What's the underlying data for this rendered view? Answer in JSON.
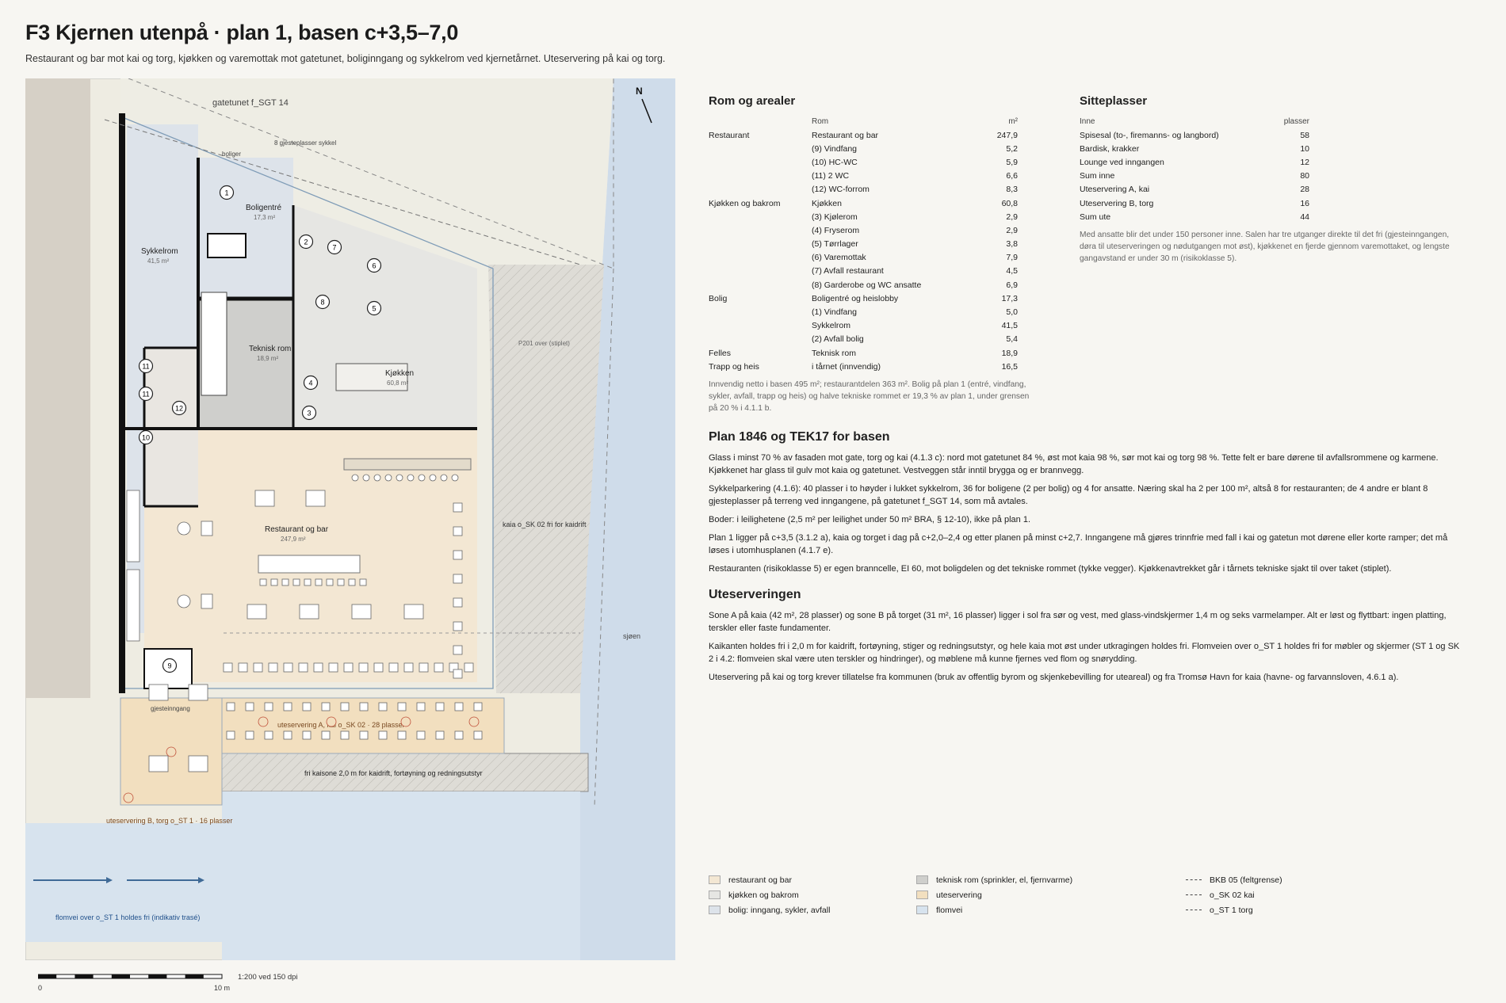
{
  "header": {
    "title": "F3 Kjernen utenpå  ·  plan 1, basen c+3,5–7,0",
    "subtitle": "Restaurant og bar mot kai og torg, kjøkken og varemottak mot gatetunet, boliginngang og sykkelrom ved kjernetårnet. Uteservering på kai og torg."
  },
  "plan": {
    "north": "N",
    "labels": {
      "gatetunet": "gatetunet f_SGT 14",
      "gjesteplasser": "8 gjesteplasser sykkel",
      "boliger": "boliger",
      "boligentre": "Boligentré",
      "boligentre_area": "17,3 m²",
      "sykkelrom": "Sykkelrom",
      "sykkelrom_area": "41,5 m²",
      "teknisk": "Teknisk rom",
      "teknisk_area": "18,9 m²",
      "kjokken": "Kjøkken",
      "kjokken_area": "60,8 m²",
      "restaurant": "Restaurant og bar",
      "restaurant_area": "247,9 m²",
      "p201": "P201 over (stiplet)",
      "kaia": "kaia o_SK 02 fri for kaidrift",
      "sjoen": "sjøen",
      "gjesteinngang": "gjesteinngang",
      "uteserveringA": "uteservering A, kai o_SK 02 · 28 plasser",
      "friKaisone": "fri kaisone 2,0 m for kaidrift, fortøyning og redningsutstyr",
      "uteserveringB": "uteservering B, torg o_ST 1 · 16 plasser",
      "flomvei": "flomvei over o_ST 1 holdes fri (indikativ trasé)"
    },
    "room_numbers": [
      "1",
      "2",
      "3",
      "4",
      "5",
      "6",
      "7",
      "8",
      "9",
      "10",
      "11",
      "11",
      "12"
    ]
  },
  "scale": {
    "zero": "0",
    "ten": "10 m",
    "note": "1:200 ved 150 dpi"
  },
  "rooms_panel": {
    "title": "Rom og arealer",
    "col_room": "Rom",
    "col_area": "m²",
    "rows": [
      {
        "group": "Restaurant",
        "room": "Restaurant og bar",
        "area": "247,9"
      },
      {
        "group": "",
        "room": "(9) Vindfang",
        "area": "5,2"
      },
      {
        "group": "",
        "room": "(10) HC-WC",
        "area": "5,9"
      },
      {
        "group": "",
        "room": "(11) 2 WC",
        "area": "6,6"
      },
      {
        "group": "",
        "room": "(12) WC-forrom",
        "area": "8,3"
      },
      {
        "group": "Kjøkken og bakrom",
        "room": "Kjøkken",
        "area": "60,8"
      },
      {
        "group": "",
        "room": "(3) Kjølerom",
        "area": "2,9"
      },
      {
        "group": "",
        "room": "(4) Fryserom",
        "area": "2,9"
      },
      {
        "group": "",
        "room": "(5) Tørrlager",
        "area": "3,8"
      },
      {
        "group": "",
        "room": "(6) Varemottak",
        "area": "7,9"
      },
      {
        "group": "",
        "room": "(7) Avfall restaurant",
        "area": "4,5"
      },
      {
        "group": "",
        "room": "(8) Garderobe og WC ansatte",
        "area": "6,9"
      },
      {
        "group": "Bolig",
        "room": "Boligentré og heislobby",
        "area": "17,3"
      },
      {
        "group": "",
        "room": "(1) Vindfang",
        "area": "5,0"
      },
      {
        "group": "",
        "room": "Sykkelrom",
        "area": "41,5"
      },
      {
        "group": "",
        "room": "(2) Avfall bolig",
        "area": "5,4"
      },
      {
        "group": "Felles",
        "room": "Teknisk rom",
        "area": "18,9"
      },
      {
        "group": "Trapp og heis",
        "room": "i tårnet (innvendig)",
        "area": "16,5"
      }
    ],
    "note": "Innvendig netto i basen 495 m²; restaurantdelen 363 m². Bolig på plan 1 (entré, vindfang, sykler, avfall, trapp og heis) og halve tekniske rommet er 19,3 % av plan 1, under grensen på 20 % i 4.1.1 b."
  },
  "seats_panel": {
    "title": "Sitteplasser",
    "col_inside": "Inne",
    "col_seats": "plasser",
    "rows": [
      {
        "label": "Spisesal (to-, firemanns- og langbord)",
        "value": "58"
      },
      {
        "label": "Bardisk, krakker",
        "value": "10"
      },
      {
        "label": "Lounge ved inngangen",
        "value": "12"
      },
      {
        "label": "Sum inne",
        "value": "80"
      },
      {
        "label": "Uteservering A, kai",
        "value": "28"
      },
      {
        "label": "Uteservering B, torg",
        "value": "16"
      },
      {
        "label": "Sum ute",
        "value": "44"
      }
    ],
    "note": "Med ansatte blir det under 150 personer inne. Salen har tre utganger direkte til det fri (gjesteinngangen, døra til uteserveringen og nødutgangen mot øst), kjøkkenet en fjerde gjennom varemottaket, og lengste gangavstand er under 30 m (risikoklasse 5)."
  },
  "plan1846": {
    "title": "Plan 1846 og TEK17 for basen",
    "paragraphs": [
      "Glass i minst 70 % av fasaden mot gate, torg og kai (4.1.3 c): nord mot gatetunet 84 %, øst mot kaia 98 %, sør mot kai og torg 98 %. Tette felt er bare dørene til avfallsrommene og karmene. Kjøkkenet har glass til gulv mot kaia og gatetunet. Vestveggen står inntil brygga og er brannvegg.",
      "Sykkelparkering (4.1.6): 40 plasser i to høyder i lukket sykkelrom, 36 for boligene (2 per bolig) og 4 for ansatte. Næring skal ha 2 per 100 m², altså 8 for restauranten; de 4 andre er blant 8 gjesteplasser på terreng ved inngangene, på gatetunet f_SGT 14, som må avtales.",
      "Boder: i leilighetene (2,5 m² per leilighet under 50 m² BRA, § 12-10), ikke på plan 1.",
      "Plan 1 ligger på c+3,5 (3.1.2 a), kaia og torget i dag på c+2,0–2,4 og etter planen på minst c+2,7. Inngangene må gjøres trinnfrie med fall i kai og gatetun mot dørene eller korte ramper; det må løses i utomhusplanen (4.1.7 e).",
      "Restauranten (risikoklasse 5) er egen branncelle, EI 60, mot boligdelen og det tekniske rommet (tykke vegger). Kjøkkenavtrekket går i tårnets tekniske sjakt til over taket (stiplet)."
    ]
  },
  "uteserveringen": {
    "title": "Uteserveringen",
    "paragraphs": [
      "Sone A på kaia (42 m², 28 plasser) og sone B på torget (31 m², 16 plasser) ligger i sol fra sør og vest, med glass-vindskjermer 1,4 m og seks varmelamper. Alt er løst og flyttbart: ingen platting, terskler eller faste fundamenter.",
      "Kaikanten holdes fri i 2,0 m for kaidrift, fortøyning, stiger og redningsutstyr, og hele kaia mot øst under utkragingen holdes fri. Flomveien over o_ST 1 holdes fri for møbler og skjermer (ST 1 og SK 2 i 4.2: flomveien skal være uten terskler og hindringer), og møblene må kunne fjernes ved flom og snørydding.",
      "Uteservering på kai og torg krever tillatelse fra kommunen (bruk av offentlig byrom og skjenkebevilling for uteareal) og fra Tromsø Havn for kaia (havne- og farvannsloven, 4.6.1 a)."
    ]
  },
  "legend": {
    "col1": [
      {
        "label": "restaurant og bar",
        "color": "#f3e7d3"
      },
      {
        "label": "kjøkken og bakrom",
        "color": "#e6e6e3"
      },
      {
        "label": "bolig: inngang, sykler, avfall",
        "color": "#dde3ea"
      }
    ],
    "col2": [
      {
        "label": "teknisk rom (sprinkler, el, fjernvarme)",
        "color": "#cfcfcc"
      },
      {
        "label": "uteservering",
        "color": "#f2dfbf"
      },
      {
        "label": "flomvei",
        "color": "#d7e3ee"
      }
    ],
    "col3": [
      {
        "label": "BKB 05 (feltgrense)"
      },
      {
        "label": "o_SK 02 kai"
      },
      {
        "label": "o_ST 1 torg"
      }
    ]
  }
}
